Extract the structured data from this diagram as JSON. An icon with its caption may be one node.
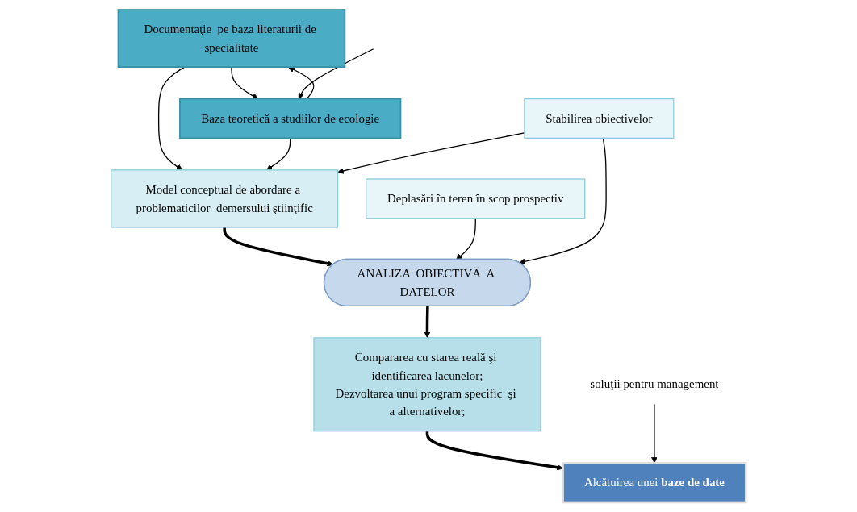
{
  "diagram": {
    "nodes": [
      {
        "text": [
          "Documentaţie  pe baza literaturii de specialitate"
        ]
      },
      {
        "text": [
          "Baza teoretică a studiilor  de ecologie"
        ]
      },
      {
        "text": [
          "Model conceptual de abordare a problematicilor  demersului ştiinţific"
        ]
      },
      {
        "text": [
          "Deplasări  în teren în scop prospectiv"
        ]
      },
      {
        "text": [
          "Stabilirea  obiectivelor"
        ]
      },
      {
        "text": [
          "ANALIZA  OBIECTIVĂ  A DATELOR"
        ]
      },
      {
        "text": [
          "Compararea cu starea reală şi identificarea lacunelor;",
          "Dezvoltarea unui program specific  şi a alternativelor;"
        ]
      },
      {
        "text": [
          "soluţii pentru management"
        ]
      },
      {
        "text": [
          "Alcătuirea  unei **baze de date**"
        ]
      }
    ],
    "edges": [
      {
        "from": 0,
        "to": 1,
        "arrow": "to"
      },
      {
        "from": 1,
        "to": 0,
        "arrow": "to"
      },
      {
        "from": 0,
        "to": 2,
        "arrow": "to"
      },
      {
        "from": 1,
        "to": 2,
        "arrow": "to"
      },
      {
        "from": 2,
        "to": 5,
        "arrow": "to",
        "style": "thick"
      },
      {
        "from": 3,
        "to": 5,
        "arrow": "to"
      },
      {
        "from": 4,
        "to": 2,
        "arrow": "to"
      },
      {
        "from": 4,
        "to": 5,
        "arrow": "to"
      },
      {
        "from": 5,
        "to": 6,
        "arrow": "to",
        "style": "thick"
      },
      {
        "from": 6,
        "to": 8,
        "arrow": "to",
        "style": "thick"
      },
      {
        "from": 7,
        "to": 8,
        "arrow": "to"
      },
      {
        "from": null,
        "to": 1,
        "arrow": "to"
      }
    ]
  }
}
